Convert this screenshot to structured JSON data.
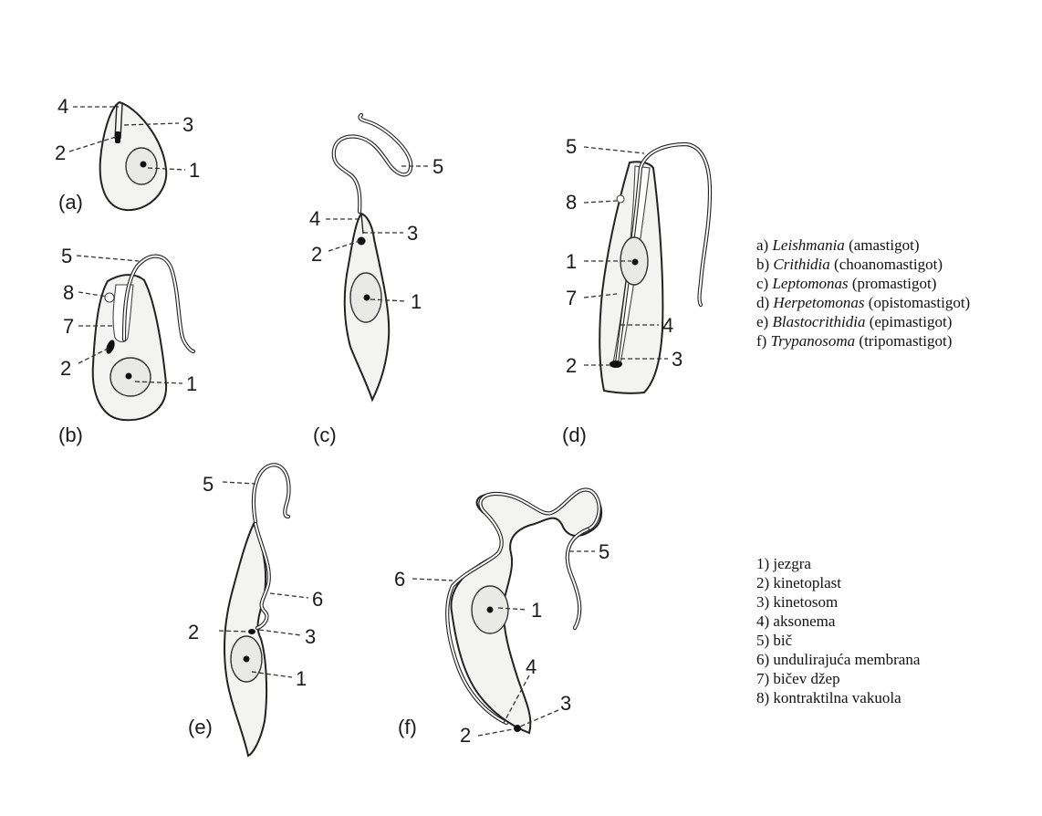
{
  "panels": [
    {
      "id": "a",
      "caption": "(a)",
      "labels": {
        "n1": "1",
        "n2": "2",
        "n3": "3",
        "n4": "4"
      }
    },
    {
      "id": "b",
      "caption": "(b)",
      "labels": {
        "n1": "1",
        "n2": "2",
        "n5": "5",
        "n7": "7",
        "n8": "8"
      }
    },
    {
      "id": "c",
      "caption": "(c)",
      "labels": {
        "n1": "1",
        "n2": "2",
        "n3": "3",
        "n4": "4",
        "n5": "5"
      }
    },
    {
      "id": "d",
      "caption": "(d)",
      "labels": {
        "n1": "1",
        "n2": "2",
        "n3": "3",
        "n4": "4",
        "n5": "5",
        "n7": "7",
        "n8": "8"
      }
    },
    {
      "id": "e",
      "caption": "(e)",
      "labels": {
        "n1": "1",
        "n2": "2",
        "n3": "3",
        "n5": "5",
        "n6": "6"
      }
    },
    {
      "id": "f",
      "caption": "(f)",
      "labels": {
        "n1": "1",
        "n2": "2",
        "n3": "3",
        "n4": "4",
        "n5": "5",
        "n6": "6"
      }
    }
  ],
  "species_legend": [
    {
      "prefix": "a)",
      "genus": "Leishmania",
      "form": "(amastigot)"
    },
    {
      "prefix": "b)",
      "genus": "Crithidia",
      "form": "(choanomastigot)"
    },
    {
      "prefix": "c)",
      "genus": "Leptomonas",
      "form": "(promastigot)"
    },
    {
      "prefix": "d)",
      "genus": "Herpetomonas",
      "form": "(opistomastigot)"
    },
    {
      "prefix": "e)",
      "genus": "Blastocrithidia",
      "form": "(epimastigot)"
    },
    {
      "prefix": "f)",
      "genus": "Trypanosoma",
      "form": "(tripomastigot)"
    }
  ],
  "parts_legend": [
    "1) jezgra",
    "2) kinetoplast",
    "3) kinetosom",
    "4) aksonema",
    "5) bič",
    "6) undulirajuća membrana",
    "7) bičev džep",
    "8) kontraktilna vakuola"
  ]
}
